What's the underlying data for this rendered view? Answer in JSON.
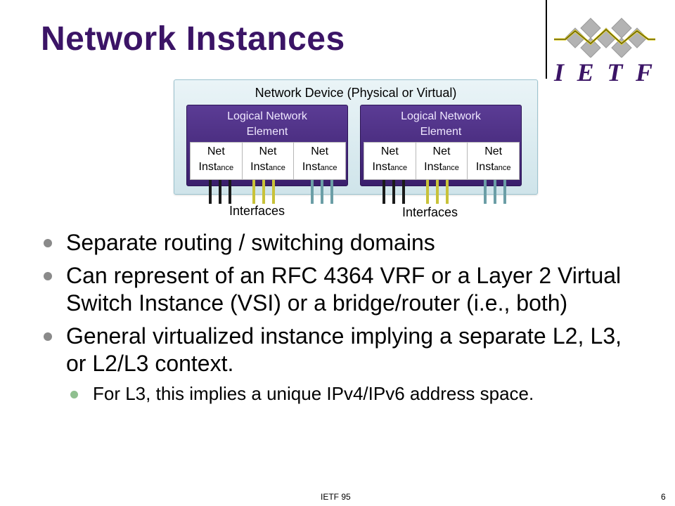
{
  "slide": {
    "title": "Network Instances",
    "footer_center": "IETF 95",
    "page_number": "6"
  },
  "logo": {
    "letters": [
      "I",
      "E",
      "T",
      "F"
    ],
    "colors": {
      "letters": "#3b1466",
      "diamonds": "#b3b3b3",
      "line": "#e8d400"
    }
  },
  "diagram": {
    "device_label": "Network Device (Physical or Virtual)",
    "elements": [
      {
        "label_line1": "Logical Network",
        "label_line2": "Element",
        "instances": [
          {
            "top": "Net",
            "big": "Inst",
            "small": "ance"
          },
          {
            "top": "Net",
            "big": "Inst",
            "small": "ance"
          },
          {
            "top": "Net",
            "big": "Inst",
            "small": "ance"
          }
        ],
        "interfaces_label": "Interfaces"
      },
      {
        "label_line1": "Logical Network",
        "label_line2": "Element",
        "instances": [
          {
            "top": "Net",
            "big": "Inst",
            "small": "ance"
          },
          {
            "top": "Net",
            "big": "Inst",
            "small": "ance"
          },
          {
            "top": "Net",
            "big": "Inst",
            "small": "ance"
          }
        ],
        "interfaces_label": "Interfaces"
      }
    ],
    "wire_colors": [
      "#1a1a1a",
      "#c8c23a",
      "#6b9ea6"
    ]
  },
  "bullets": [
    {
      "text": "Separate routing / switching domains"
    },
    {
      "text": "Can represent of an RFC 4364 VRF or a  Layer 2 Virtual Switch Instance (VSI) or a bridge/router (i.e., both)"
    },
    {
      "text": "General virtualized instance implying a separate L2, L3, or L2/L3 context."
    }
  ],
  "sub_bullets": [
    {
      "text": "For L3, this implies a unique IPv4/IPv6 address space."
    }
  ]
}
